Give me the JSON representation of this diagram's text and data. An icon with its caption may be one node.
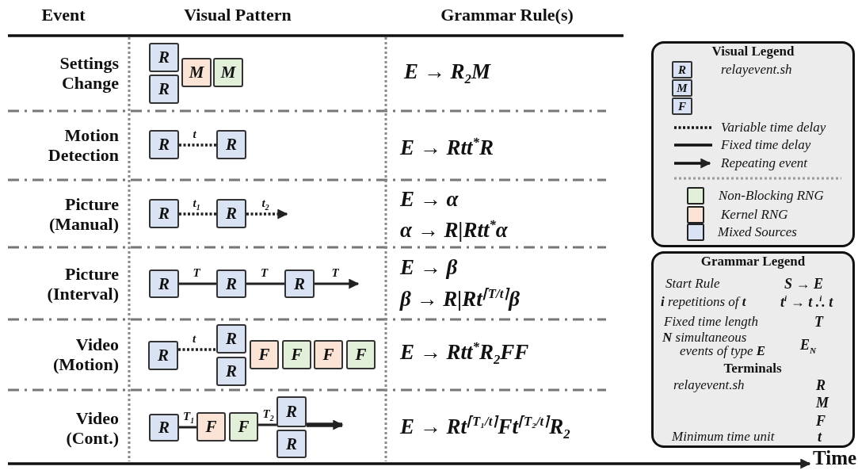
{
  "diagram": {
    "nodes": [
      {
        "text": [
          "R"
        ]
      },
      {
        "text": [
          "R"
        ]
      },
      {
        "text": [
          "M"
        ]
      },
      {
        "text": [
          "M"
        ]
      },
      {
        "text": [
          "R"
        ]
      },
      {
        "text": [
          "R"
        ]
      },
      {
        "text": [
          "R"
        ]
      },
      {
        "text": [
          "R"
        ]
      },
      {
        "text": [
          "R"
        ]
      },
      {
        "text": [
          "R"
        ]
      },
      {
        "text": [
          "R"
        ]
      },
      {
        "text": [
          "R"
        ]
      },
      {
        "text": [
          "R"
        ]
      },
      {
        "text": [
          "R"
        ]
      },
      {
        "text": [
          "F"
        ]
      },
      {
        "text": [
          "F"
        ]
      },
      {
        "text": [
          "F"
        ]
      },
      {
        "text": [
          "F"
        ]
      },
      {
        "text": [
          "R"
        ]
      },
      {
        "text": [
          "F"
        ]
      },
      {
        "text": [
          "F"
        ]
      },
      {
        "text": [
          "R"
        ]
      },
      {
        "text": [
          "R"
        ]
      },
      {
        "text": [
          "Visual Legend"
        ]
      },
      {
        "text": [
          "Grammar Legend"
        ]
      }
    ],
    "edges": [
      {
        "from": 4,
        "to": 5,
        "arrow": "none",
        "style": "dashed",
        "label": "t"
      },
      {
        "from": 6,
        "to": 7,
        "arrow": "none",
        "style": "dashed",
        "label": "t$_{1}$"
      },
      {
        "from": 7,
        "to": null,
        "arrow": "to",
        "style": "dashed",
        "label": "t$_{2}$"
      },
      {
        "from": 8,
        "to": 9,
        "arrow": "none",
        "label": "T"
      },
      {
        "from": 9,
        "to": 10,
        "arrow": "none",
        "label": "T"
      },
      {
        "from": 10,
        "to": null,
        "arrow": "to",
        "label": "T"
      },
      {
        "from": 11,
        "to": 12,
        "arrow": "none",
        "style": "dashed",
        "label": "t"
      },
      {
        "from": 18,
        "to": 19,
        "arrow": "none",
        "label": "T$_{1}$"
      },
      {
        "from": 20,
        "to": 21,
        "arrow": "none",
        "label": "T$_{2}$"
      },
      {
        "from": 21,
        "to": null,
        "arrow": "to",
        "style": "thick"
      }
    ],
    "labels": [
      "Event",
      "Visual Pattern",
      "Grammar Rule(s)",
      "Settings Change",
      "E → R$_{2}$M",
      "Motion Detection",
      "E → Rtt$^{*}$R",
      "Picture (Manual)",
      "E → α",
      "α → R|Rtt$^{*}$α",
      "Picture (Interval)",
      "E → β",
      "β → R|Rt$^{⌈T/t⌉}$β",
      "Video (Motion)",
      "E → Rtt$^{*}$R$_{2}$FF",
      "Video (Cont.)",
      "E → Rt$^{⌈T₁/t⌉}$Ft$^{⌈T₂/t⌉}$R$_{2}$",
      "R",
      "M",
      "F",
      "Start Rule",
      "S → E",
      "**i** repetitions of **t**",
      "t$^{i}$ → t .$^{i}$. t",
      "Fixed time length",
      "T",
      "**N** simultaneous events of type **E**",
      "E$_{N}$",
      "Terminals",
      "relayevent.sh",
      "R",
      "M",
      "F",
      "Minimum time unit",
      "t",
      "Time"
    ],
    "legend": [
      {
        "text": "relayevent.sh"
      },
      {
        "text": "Variable time delay"
      },
      {
        "text": "Fixed time delay"
      },
      {
        "text": "Repeating event"
      },
      {
        "text": "Non-Blocking RNG",
        "color": "#e2efd9"
      },
      {
        "text": "Kernel RNG",
        "color": "#fbe4d5"
      },
      {
        "text": "Mixed Sources",
        "color": "#dae3f3"
      }
    ]
  }
}
